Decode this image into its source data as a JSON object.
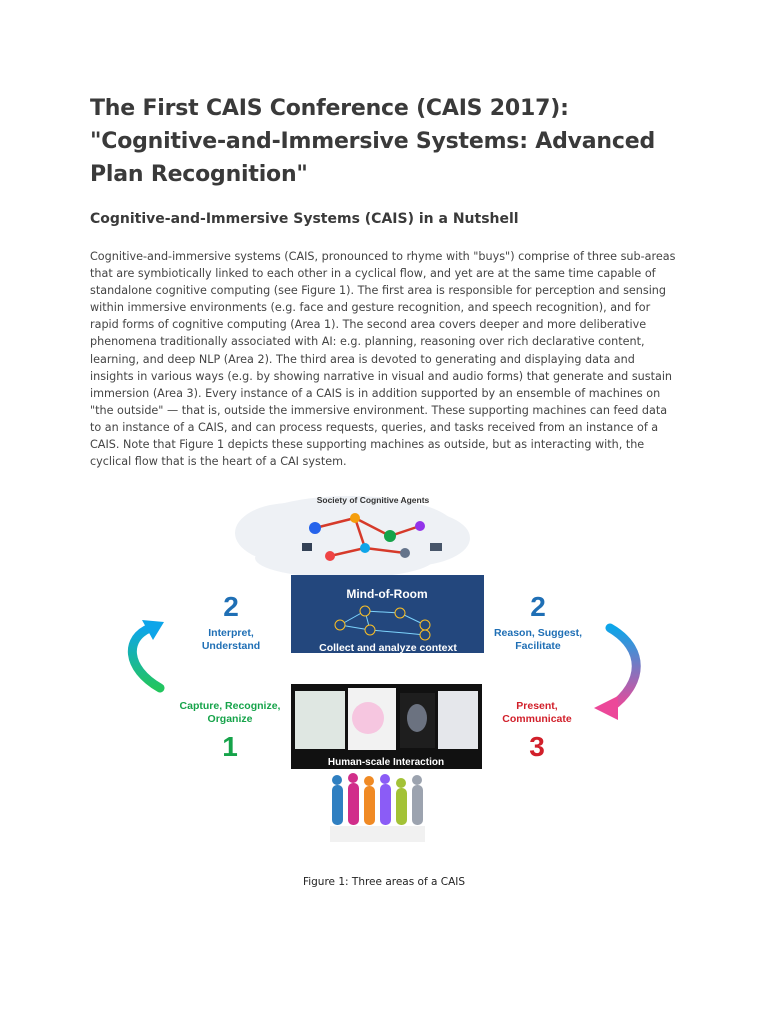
{
  "doc": {
    "title": "The First CAIS Conference (CAIS 2017): \"Cognitive-and-Immersive Systems: Advanced Plan Recognition\"",
    "section_heading": "Cognitive-and-Immersive Systems (CAIS) in a Nutshell",
    "paragraph": "Cognitive-and-immersive systems (CAIS, pronounced to rhyme with \"buys\") comprise of three sub-areas that are symbiotically linked to each other in a cyclical flow, and yet are at the same time capable of standalone cognitive computing (see Figure 1).  The first area is responsible for perception and sensing within immersive environments (e.g. face and gesture recognition, and speech recognition), and for rapid forms of cognitive computing (Area 1).  The second area covers deeper and more deliberative phenomena traditionally associated with AI: e.g. planning, reasoning over rich declarative content, learning, and deep NLP (Area 2).  The third area is devoted to generating and displaying data and insights in various ways (e.g. by showing narrative in visual and audio forms) that generate and sustain immersion (Area 3).  Every instance of a CAIS is in addition supported by an ensemble of machines on \"the outside\" — that is, outside the immersive environment.  These supporting machines can feed data to an instance of a CAIS, and can process requests, queries, and tasks received from an instance of a CAIS.  Note that Figure 1 depicts these supporting machines as outside, but as interacting with, the cyclical flow that is the heart of a CAI system."
  },
  "figure": {
    "cloud_label": "Society of Cognitive Agents",
    "mind_title": "Mind-of-Room",
    "mind_caption": "Collect and analyze context",
    "interaction_caption": "Human-scale Interaction",
    "left_top_number": "2",
    "left_top_label_1": "Interpret,",
    "left_top_label_2": "Understand",
    "right_top_number": "2",
    "right_top_label_1": "Reason, Suggest,",
    "right_top_label_2": "Facilitate",
    "left_bottom_label_1": "Capture, Recognize,",
    "left_bottom_label_2": "Organize",
    "left_bottom_number": "1",
    "right_bottom_label_1": "Present,",
    "right_bottom_label_2": "Communicate",
    "right_bottom_number": "3",
    "caption": "Figure 1: Three areas of a CAIS",
    "colors": {
      "blue": "#1f6fb5",
      "green": "#16a34a",
      "red": "#d11f2a",
      "panel": "#23477d"
    }
  }
}
